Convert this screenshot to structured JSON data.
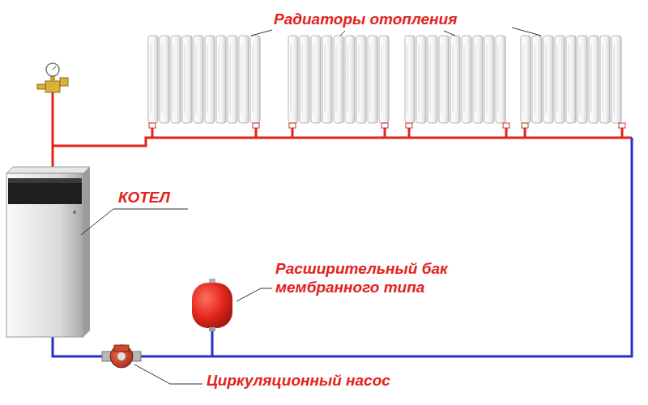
{
  "diagram": {
    "labels": [
      "Радиаторы отопления",
      "КОТЕЛ",
      "Расширительный бак мембранного типа",
      "Циркуляционный насос"
    ]
  }
}
